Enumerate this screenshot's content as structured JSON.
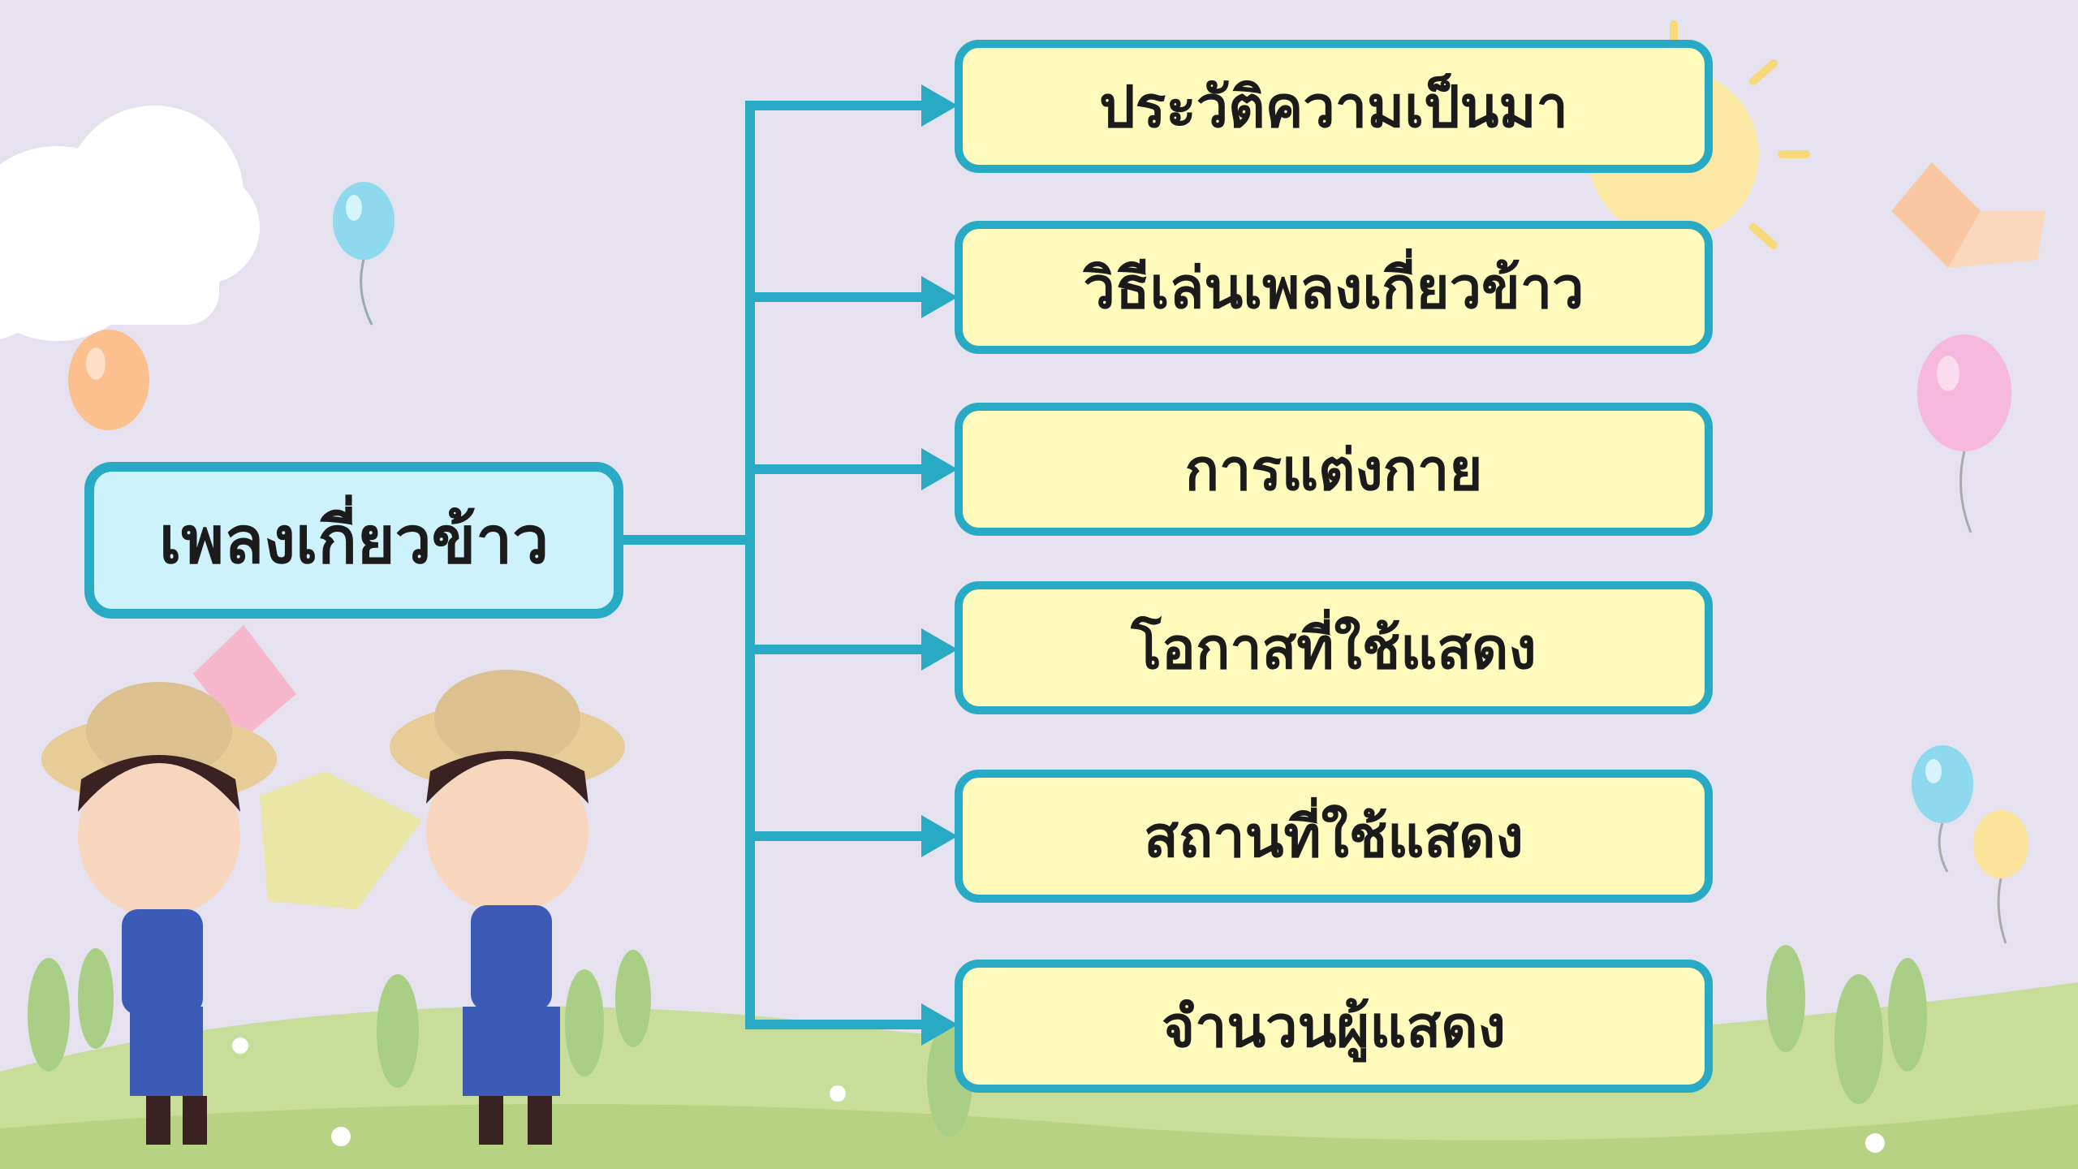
{
  "diagram": {
    "main_topic": "เพลงเกี่ยวข้าว",
    "subtopics": [
      "ประวัติความเป็นมา",
      "วิธีเล่นเพลงเกี่ยวข้าว",
      "การแต่งกาย",
      "โอกาสที่ใช้แสดง",
      "สถานที่ใช้แสดง",
      "จำนวนผู้แสดง"
    ]
  },
  "colors": {
    "background": "#e5e1ee",
    "connector": "#29aac4",
    "main_box_fill": "#cef2fb",
    "subtopic_fill": "#fefbbd",
    "grass": "#c9dd9a"
  },
  "decorations": {
    "icons": [
      "cloud-icon",
      "balloon-icon",
      "sun-icon",
      "book-icon",
      "tree-icon",
      "flower-icon",
      "farmer-girl-figure",
      "farmer-boy-figure"
    ]
  }
}
